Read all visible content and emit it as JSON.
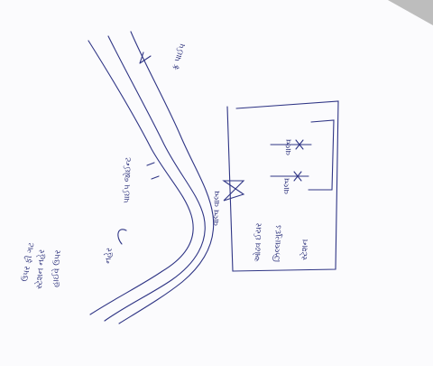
{
  "colors": {
    "paper": "#fbfbfd",
    "ink": "#2f3585",
    "background": "#dcdcdc"
  },
  "labels": {
    "pipe_name": "ફ્ર પાઈપ",
    "pipe_joint": "પાઈપ જોઈન્ટ",
    "canal_note_1": "ઉપર ફી ગટ",
    "canal_note_2": "સ્ટેશન નહેર",
    "canal_note_3": "હાઈવે ઉપર",
    "canal_side": "નહેર",
    "valve": "વાલ્વ વાલ્વ",
    "inner_valve_a": "વાલ્વ",
    "inner_valve_b": "વાલ્વ",
    "box_line_1": "ઓઢવ ઈયર",
    "box_line_2": "ઝિલ્લાગુદડ",
    "box_line_3": "સ્ટેશન"
  }
}
